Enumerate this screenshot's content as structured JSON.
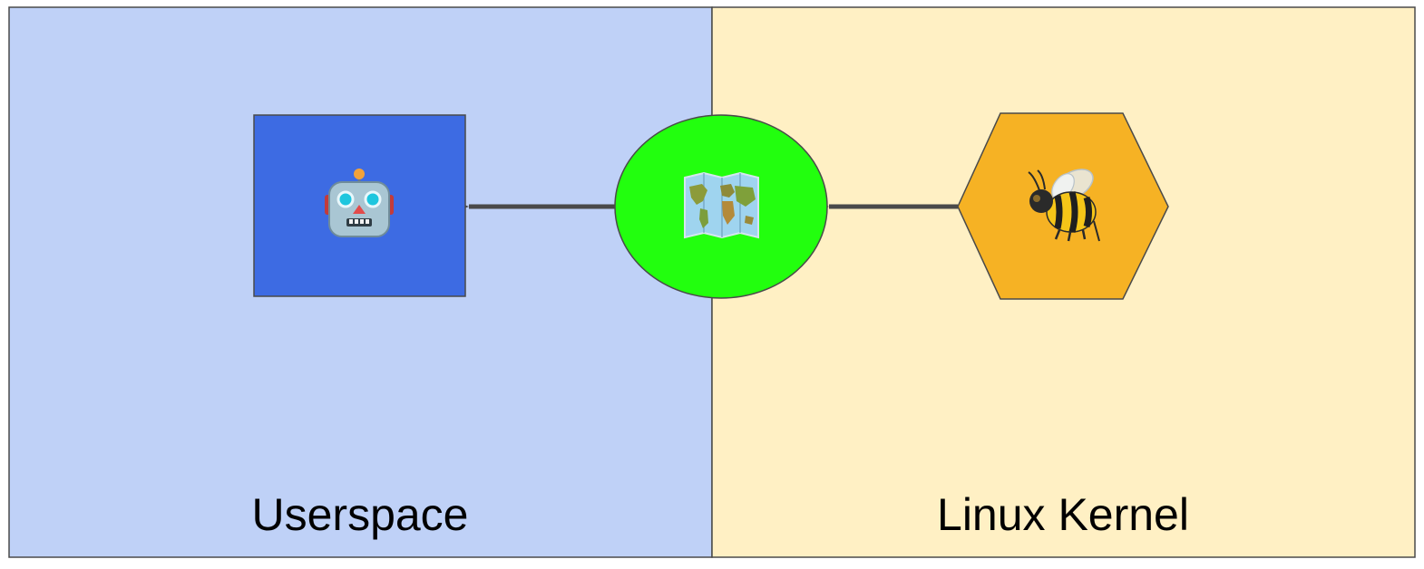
{
  "regions": {
    "userspace": {
      "label": "Userspace",
      "fill": "#bfd1f7"
    },
    "kernel": {
      "label": "Linux Kernel",
      "fill": "#fff0c4"
    }
  },
  "nodes": {
    "program": {
      "icon": "robot-icon",
      "fill": "#3d6be3"
    },
    "map": {
      "icon": "world-map-icon",
      "fill": "#22ff0e"
    },
    "bpf_program": {
      "icon": "bee-icon",
      "fill": "#f6b224"
    }
  },
  "arrows": [
    {
      "from": "bpf_program",
      "to": "map"
    },
    {
      "from": "map",
      "to": "program"
    }
  ],
  "colors": {
    "border": "#4a4a4a",
    "arrow": "#4a4a4a"
  }
}
